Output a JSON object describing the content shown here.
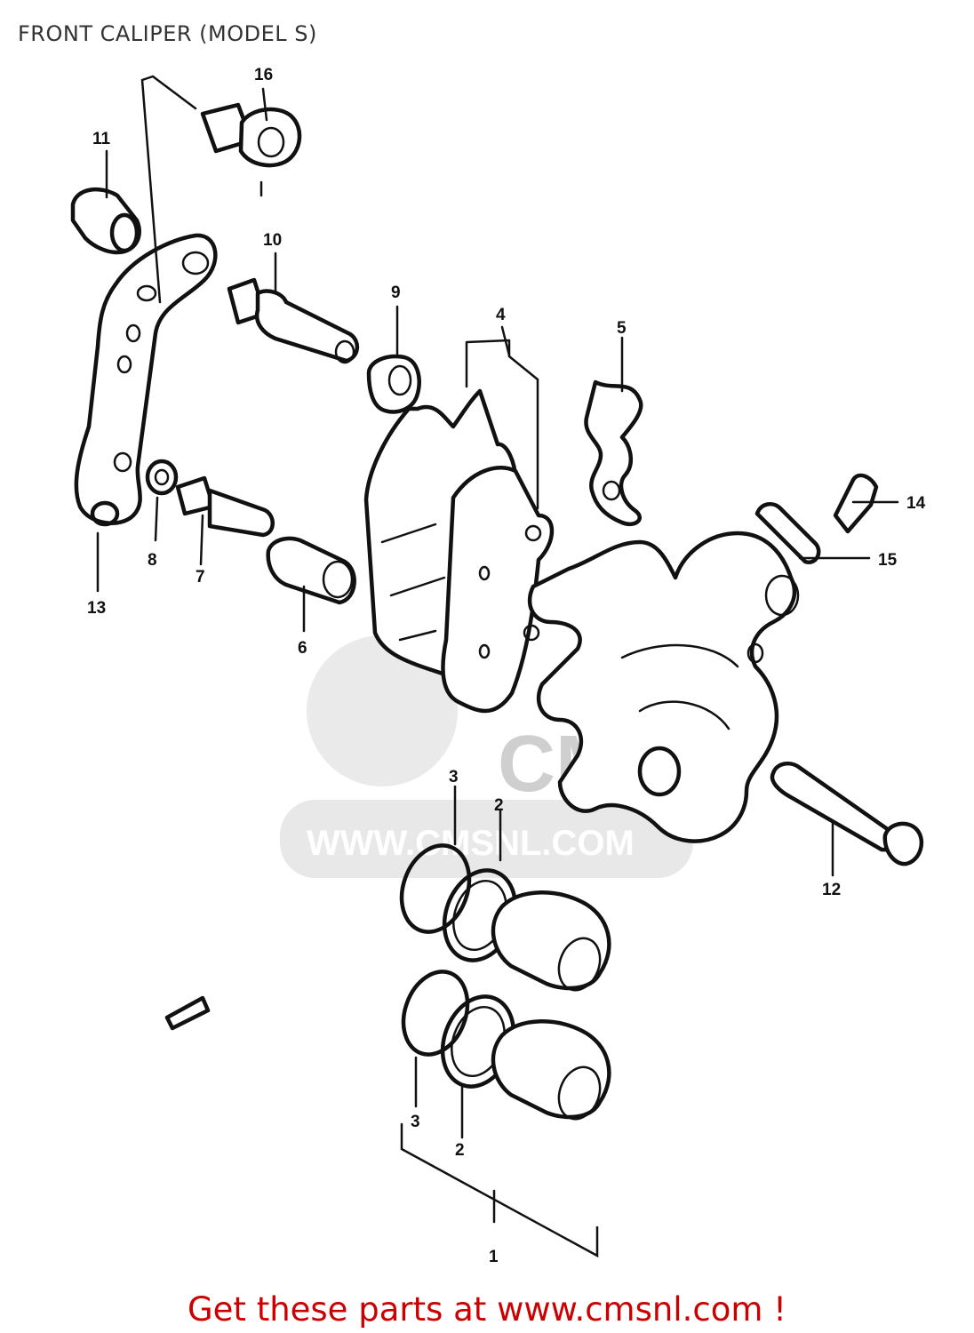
{
  "title": "FRONT CALIPER (MODEL S)",
  "footer": "Get these parts at www.cmsnl.com !",
  "watermark": {
    "brand": "CMS",
    "url": "WWW.CMSNL.COM",
    "color": "#d6d6d6"
  },
  "callouts": {
    "c1": "1",
    "c2a": "2",
    "c2b": "2",
    "c3a": "3",
    "c3b": "3",
    "c4": "4",
    "c5": "5",
    "c6": "6",
    "c7": "7",
    "c8": "8",
    "c9": "9",
    "c10": "10",
    "c11": "11",
    "c12": "12",
    "c13": "13",
    "c14": "14",
    "c15": "15",
    "c16": "16"
  },
  "colors": {
    "line": "#111111",
    "footer": "#cc0000",
    "title": "#333333"
  }
}
